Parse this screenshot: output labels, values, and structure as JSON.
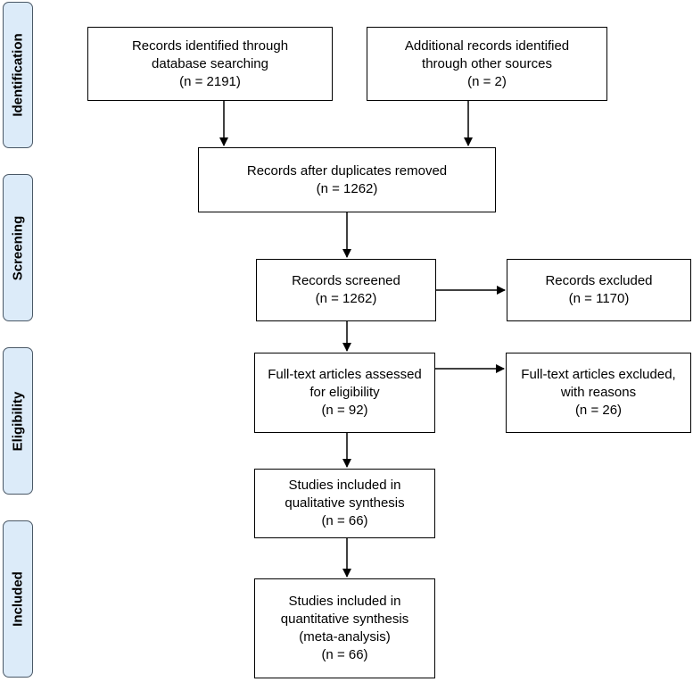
{
  "phases": {
    "identification": "Identification",
    "screening": "Screening",
    "eligibility": "Eligibility",
    "included": "Included"
  },
  "boxes": {
    "database": {
      "line1": "Records identified through",
      "line2": "database searching",
      "line3": "(n = 2191)"
    },
    "other": {
      "line1": "Additional records identified",
      "line2": "through other sources",
      "line3": "(n = 2)"
    },
    "deduplicated": {
      "line1": "Records after duplicates removed",
      "line2": "(n = 1262)"
    },
    "screened": {
      "line1": "Records screened",
      "line2": "(n = 1262)"
    },
    "excluded": {
      "line1": "Records excluded",
      "line2": "(n = 1170)"
    },
    "fulltext": {
      "line1": "Full-text articles assessed",
      "line2": "for eligibility",
      "line3": "(n = 92)"
    },
    "fulltext_excluded": {
      "line1": "Full-text articles excluded,",
      "line2": "with reasons",
      "line3": "(n = 26)"
    },
    "qualitative": {
      "line1": "Studies included in",
      "line2": "qualitative synthesis",
      "line3": "(n = 66)"
    },
    "quantitative": {
      "line1": "Studies included in",
      "line2": "quantitative synthesis",
      "line3": "(meta-analysis)",
      "line4": "(n = 66)"
    }
  }
}
